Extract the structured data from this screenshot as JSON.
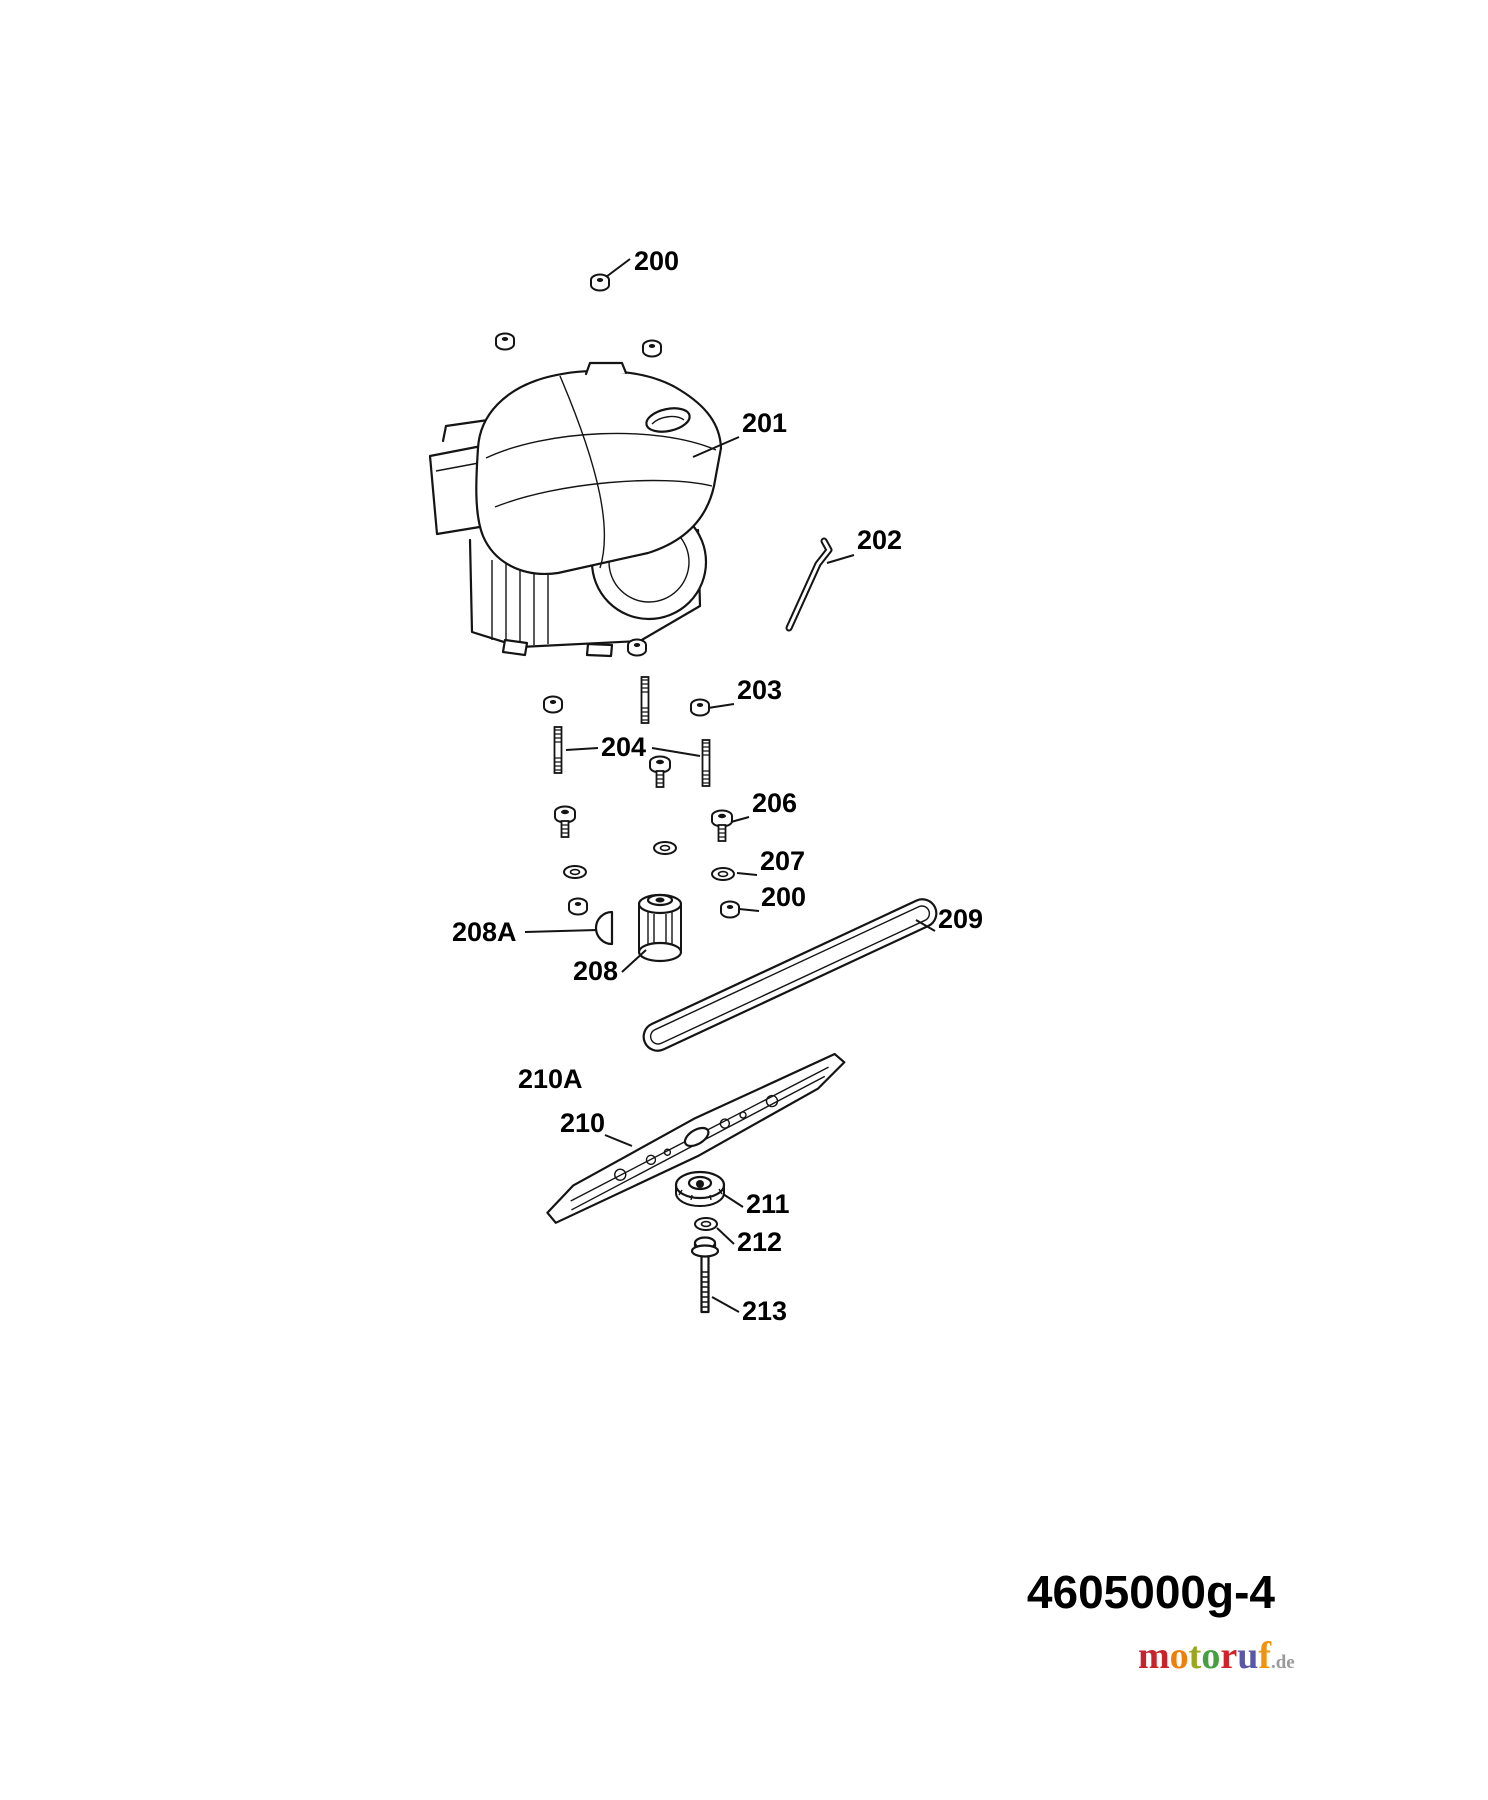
{
  "diagram": {
    "code": "4605000g-4",
    "labels": [
      {
        "id": "200-top",
        "text": "200"
      },
      {
        "id": "201",
        "text": "201"
      },
      {
        "id": "202",
        "text": "202"
      },
      {
        "id": "203",
        "text": "203"
      },
      {
        "id": "204",
        "text": "204"
      },
      {
        "id": "206",
        "text": "206"
      },
      {
        "id": "207",
        "text": "207"
      },
      {
        "id": "200-mid",
        "text": "200"
      },
      {
        "id": "208A",
        "text": "208A"
      },
      {
        "id": "208",
        "text": "208"
      },
      {
        "id": "209",
        "text": "209"
      },
      {
        "id": "210A",
        "text": "210A"
      },
      {
        "id": "210",
        "text": "210"
      },
      {
        "id": "211",
        "text": "211"
      },
      {
        "id": "212",
        "text": "212"
      },
      {
        "id": "213",
        "text": "213"
      }
    ],
    "ink_color": "#141414",
    "watermark": {
      "letters": [
        {
          "ch": "m",
          "color": "#c8232b"
        },
        {
          "ch": "o",
          "color": "#f07f09"
        },
        {
          "ch": "t",
          "color": "#9aa71c"
        },
        {
          "ch": "o",
          "color": "#46a040"
        },
        {
          "ch": "r",
          "color": "#d2232a"
        },
        {
          "ch": "u",
          "color": "#5a57a6"
        },
        {
          "ch": "f",
          "color": "#f0930f"
        }
      ],
      "suffix": ".de",
      "suffix_color": "#999999"
    }
  }
}
